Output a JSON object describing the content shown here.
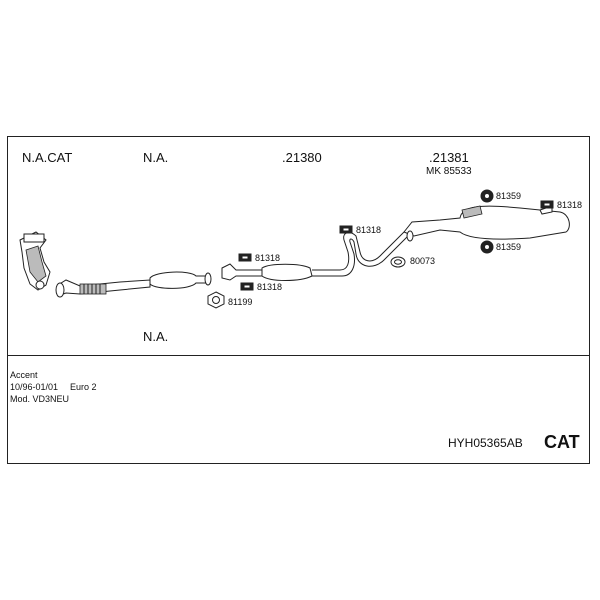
{
  "labels": {
    "na_cat": "N.A.CAT",
    "na_1": "N.A.",
    "part_21380": ".21380",
    "part_21381": ".21381",
    "mk_85533": "MK 85533",
    "na_bottom": "N.A.",
    "p_81359_top": "81359",
    "p_81318_right": "81318",
    "p_81359_bottom": "81359",
    "p_81318_mid": "81318",
    "p_80073": "80073",
    "p_81318_left_top": "81318",
    "p_81318_left_bottom": "81318",
    "p_81199": "81199"
  },
  "info": {
    "model": "Accent",
    "dates": "10/96-01/01",
    "euro": "Euro 2",
    "mod": "Mod. VD3NEU"
  },
  "footer": {
    "code": "HYH05365AB",
    "cat": "CAT"
  },
  "colors": {
    "line": "#222222",
    "background": "#ffffff"
  }
}
